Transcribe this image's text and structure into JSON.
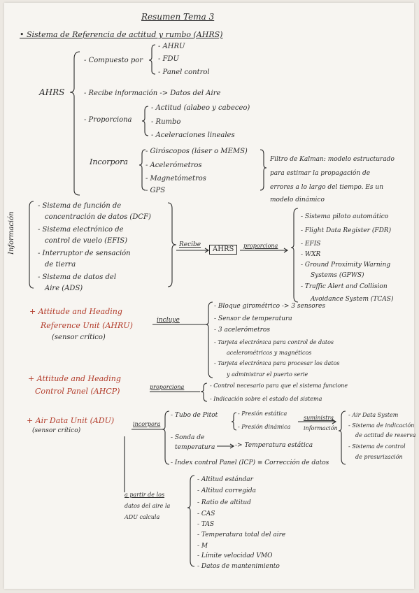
{
  "title": "Resumen Tema 3",
  "section_ahrs": {
    "heading": "• Sistema de Referencia de actitud y rumbo (AHRS)",
    "main_label": "AHRS",
    "compuesto_label": "- Compuesto por",
    "compuesto_items": [
      "- AHRU",
      "- FDU",
      "- Panel control"
    ],
    "recibe": "- Recibe información -> Datos del Aire",
    "proporciona_label": "- Proporciona",
    "proporciona_items": [
      "- Actitud (alabeo y cabeceo)",
      "- Rumbo",
      "- Aceleraciones lineales"
    ],
    "incorpora_label": "Incorpora",
    "incorpora_items": [
      "- Giróscopos (láser o MEMS)",
      "- Acelerómetros",
      "- Magnetómetros",
      "- GPS"
    ],
    "kalman_note": [
      "Filtro de Kalman: modelo estructurado",
      "para estimar la propagación de",
      "errores a lo largo del tiempo. Es un",
      "modelo dinámico"
    ]
  },
  "section_info": {
    "side_label": "Información",
    "sources": [
      "- Sistema de función de",
      "concentración de datos (DCF)",
      "- Sistema electrónico de",
      "control de vuelo (EFIS)",
      "- Interruptor de sensación",
      "de tierra",
      "- Sistema de datos del",
      "Aire (ADS)"
    ],
    "recibe": "Recibe",
    "ahrs_box": "AHRS",
    "proporciona": "proporciona",
    "targets": [
      "- Sistema piloto automático",
      "- Flight Data Register (FDR)",
      "- EFIS",
      "- WXR",
      "- Ground Proximity Warning",
      "Systems (GPWS)",
      "- Traffic Alert and Collision",
      "Avoidance System (TCAS)"
    ]
  },
  "section_ahru": {
    "title_lines": [
      "+ Attitude and Heading",
      "Reference Unit (AHRU)",
      "(sensor crítico)"
    ],
    "incluye": "incluye",
    "items": [
      "- Bloque girométrico -> 3 sensores",
      "- Sensor de temperatura",
      "- 3 acelerómetros",
      "- Tarjeta electrónica para control de datos",
      "acelerométricos y magnéticos",
      "- Tarjeta electrónica para procesar los datos",
      "y administrar el puerto serie"
    ]
  },
  "section_ahcp": {
    "title_lines": [
      "+ Attitude and Heading",
      "Control Panel (AHCP)"
    ],
    "proporciona": "proporciona",
    "items": [
      "- Control necesario para que el sistema funcione",
      "- Indicación sobre el estado del sistema"
    ]
  },
  "section_adu": {
    "title_lines": [
      "+ Air Data Unit (ADU)",
      "(sensor crítico)"
    ],
    "incorpora": "incorpora",
    "pitot": "- Tubo de Pitot",
    "presiones": [
      "- Presión estática",
      "- Presión dinámica"
    ],
    "suministra": [
      "suministra",
      "información"
    ],
    "destinos": [
      "- Air Data System",
      "- Sistema de indicación",
      "de actitud de reserva",
      "- Sistema de control",
      "de presurización"
    ],
    "sonda": [
      "- Sonda de",
      "temperatura"
    ],
    "temp_estatica": "-> Temperatura estática",
    "icp": "- Index control Panel (ICP) ≡ Corrección de datos",
    "calcula": [
      "a partir de los",
      "datos del aire la",
      "ADU calcula"
    ],
    "calculos": [
      "- Altitud estándar",
      "- Altitud corregida",
      "- Ratio de altitud",
      "- CAS",
      "- TAS",
      "- Temperatura total del aire",
      "- M",
      "- Límite velocidad VMO",
      "- Datos de mantenimiento"
    ]
  }
}
